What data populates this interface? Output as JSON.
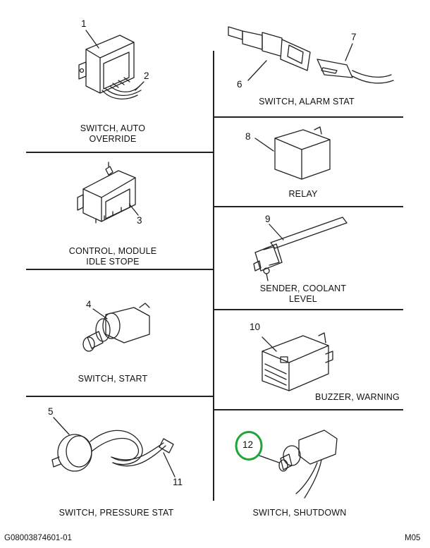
{
  "callouts": {
    "n1": "1",
    "n2": "2",
    "n3": "3",
    "n4": "4",
    "n5": "5",
    "n6": "6",
    "n7": "7",
    "n8": "8",
    "n9": "9",
    "n10": "10",
    "n11": "11",
    "n12": "12"
  },
  "labels": {
    "auto_override_1": "SWITCH, AUTO",
    "auto_override_2": "OVERRIDE",
    "control_module_1": "CONTROL, MODULE",
    "control_module_2": "IDLE STOPE",
    "switch_start": "SWITCH, START",
    "pressure_stat": "SWITCH, PRESSURE STAT",
    "alarm_stat": "SWITCH, ALARM STAT",
    "relay": "RELAY",
    "sender_coolant_1": "SENDER, COOLANT",
    "sender_coolant_2": "LEVEL",
    "buzzer_warning": "BUZZER, WARNING",
    "switch_shutdown": "SWITCH, SHUTDOWN"
  },
  "footer": {
    "part_id": "G08003874601-01",
    "page_code": "M05"
  },
  "highlight": {
    "callout": "12",
    "color": "#1fa33a"
  }
}
